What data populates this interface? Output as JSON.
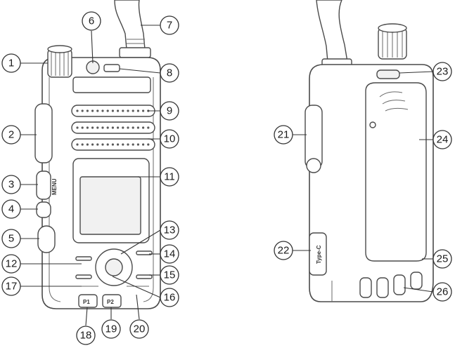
{
  "callouts": [
    {
      "num": "1"
    },
    {
      "num": "2"
    },
    {
      "num": "3"
    },
    {
      "num": "4"
    },
    {
      "num": "5"
    },
    {
      "num": "6"
    },
    {
      "num": "7"
    },
    {
      "num": "8"
    },
    {
      "num": "9"
    },
    {
      "num": "10"
    },
    {
      "num": "11"
    },
    {
      "num": "12"
    },
    {
      "num": "13"
    },
    {
      "num": "14"
    },
    {
      "num": "15"
    },
    {
      "num": "16"
    },
    {
      "num": "17"
    },
    {
      "num": "18"
    },
    {
      "num": "19"
    },
    {
      "num": "20"
    },
    {
      "num": "21"
    },
    {
      "num": "22"
    },
    {
      "num": "23"
    },
    {
      "num": "24"
    },
    {
      "num": "25"
    },
    {
      "num": "26"
    }
  ],
  "key_labels": {
    "p1": "P1",
    "p2": "P2",
    "menu": "MENU",
    "type_c": "Type-C"
  }
}
